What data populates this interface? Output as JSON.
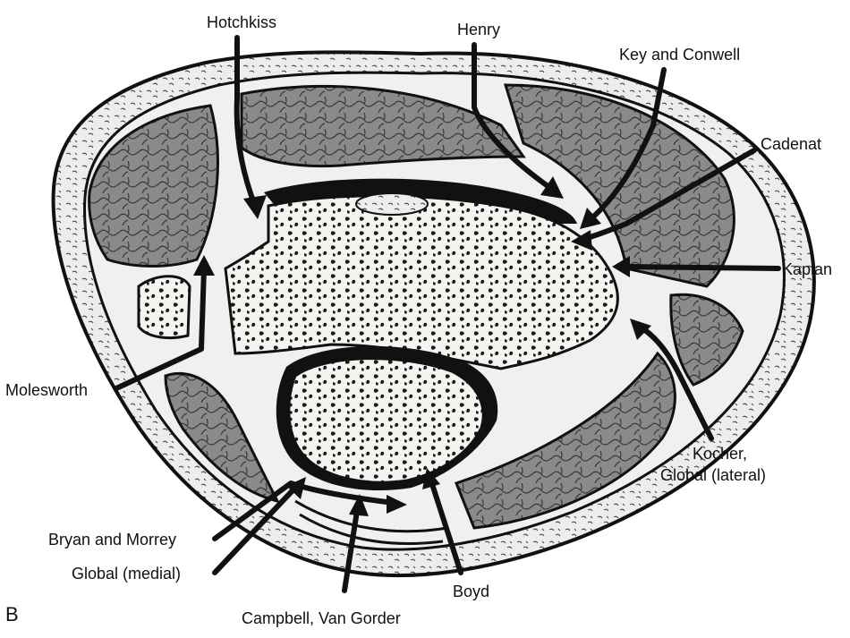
{
  "figure": {
    "panel_letter": "B",
    "labels": {
      "hotchkiss": "Hotchkiss",
      "henry": "Henry",
      "key_conwell": "Key and Conwell",
      "cadenat": "Cadenat",
      "kaplan": "Kaplan",
      "molesworth": "Molesworth",
      "kocher_line1": "Kocher,",
      "kocher_line2": "Global (lateral)",
      "bryan_morrey": "Bryan and Morrey",
      "global_medial": "Global (medial)",
      "campbell": "Campbell, Van Gorder",
      "boyd": "Boyd"
    }
  }
}
